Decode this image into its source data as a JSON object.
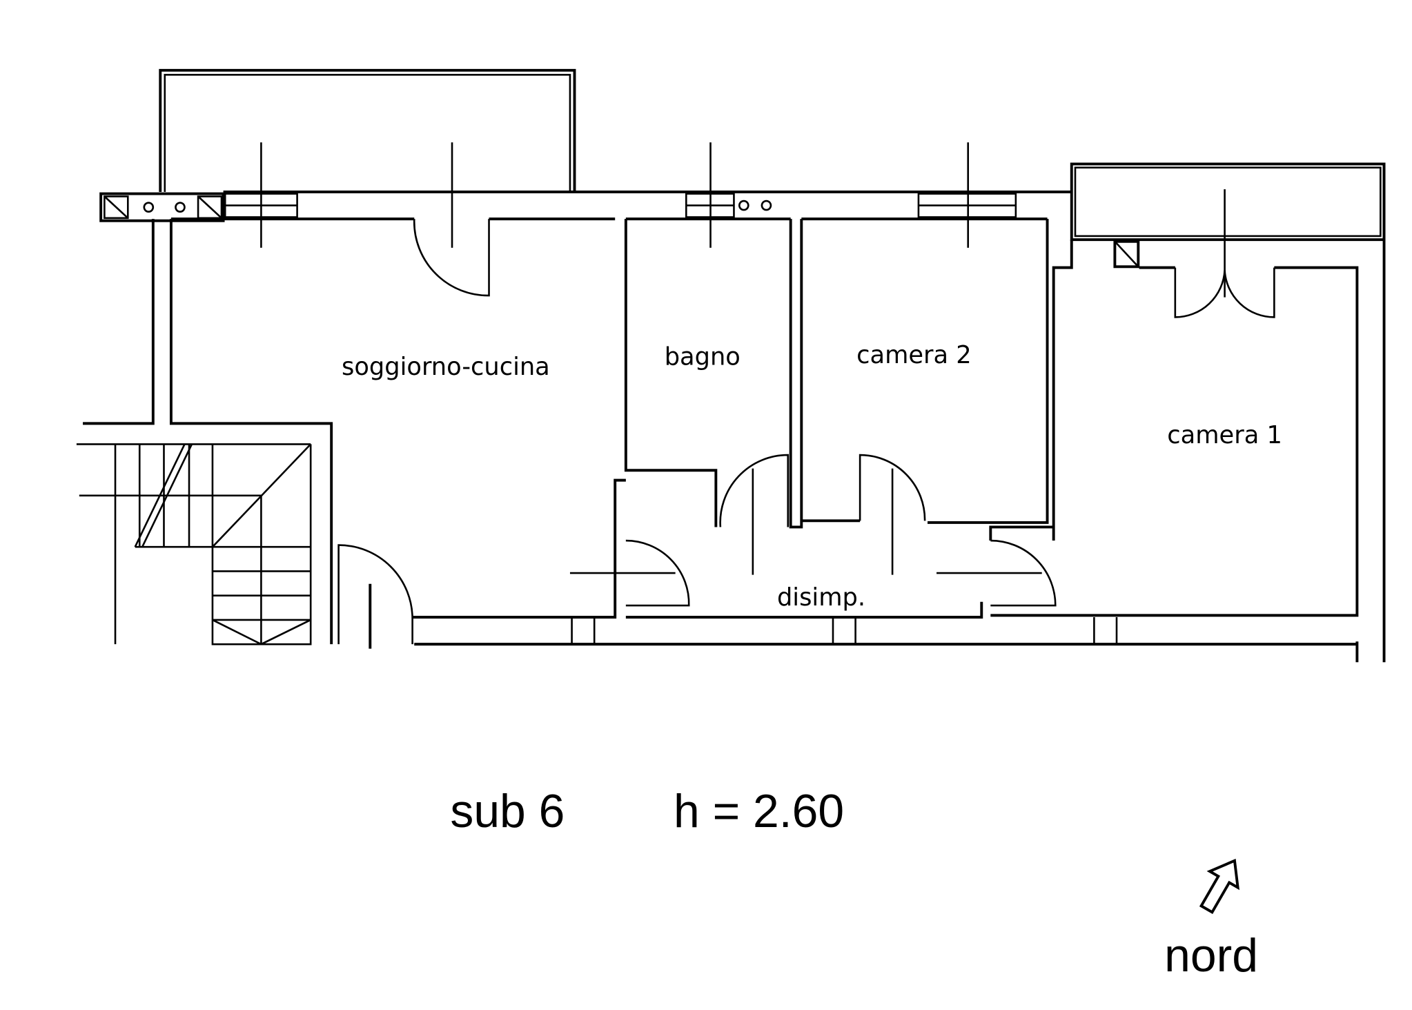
{
  "rooms": {
    "living": "soggiorno-cucina",
    "bathroom": "bagno",
    "bedroom2": "camera 2",
    "bedroom1": "camera 1",
    "hallway": "disimp."
  },
  "caption": {
    "unit": "sub 6",
    "height": "h = 2.60"
  },
  "north": {
    "label": "nord",
    "icon": "north-arrow-icon"
  }
}
